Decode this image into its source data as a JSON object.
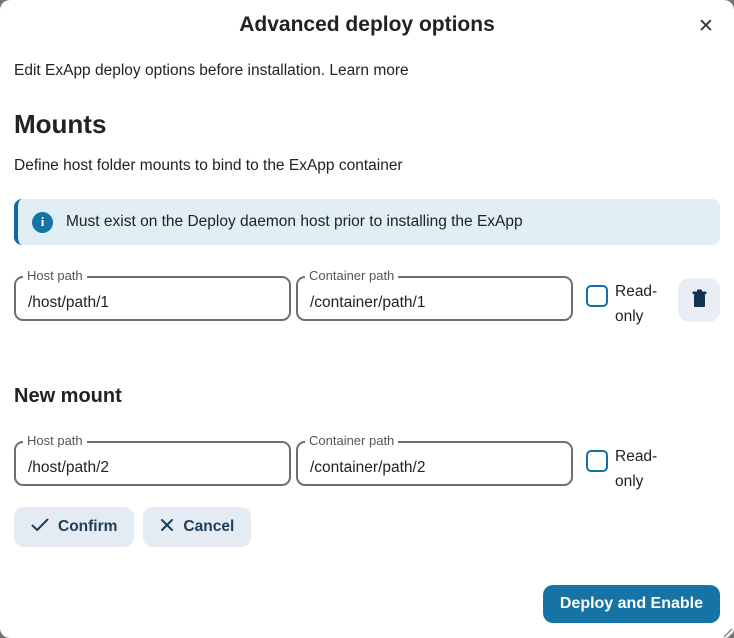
{
  "colors": {
    "primary_blue": "#1573a6",
    "navy_text": "#1b3f5c",
    "note_background": "#e2eef5",
    "note_border": "#0b6aa1",
    "secondary_button_background": "#e4ebf2",
    "input_border": "#6e6e6e",
    "text": "#222222"
  },
  "modal": {
    "title": "Advanced deploy options",
    "close_icon": "✕",
    "intro": "Edit ExApp deploy options before installation.",
    "learn_more": "Learn more"
  },
  "mounts": {
    "heading": "Mounts",
    "description": "Define host folder mounts to bind to the ExApp container",
    "note_text": "Must exist on the Deploy daemon host prior to installing the ExApp",
    "info_icon": "i",
    "existing": {
      "host_label": "Host path",
      "host_value": "/host/path/1",
      "container_label": "Container path",
      "container_value": "/container/path/1",
      "readonly_label": "Read-only",
      "readonly_checked": false
    }
  },
  "new_mount": {
    "heading": "New mount",
    "host_label": "Host path",
    "host_value": "/host/path/2",
    "container_label": "Container path",
    "container_value": "/container/path/2",
    "readonly_label": "Read-only",
    "readonly_checked": false,
    "confirm_label": "Confirm",
    "cancel_label": "Cancel"
  },
  "footer": {
    "deploy_label": "Deploy and Enable"
  }
}
